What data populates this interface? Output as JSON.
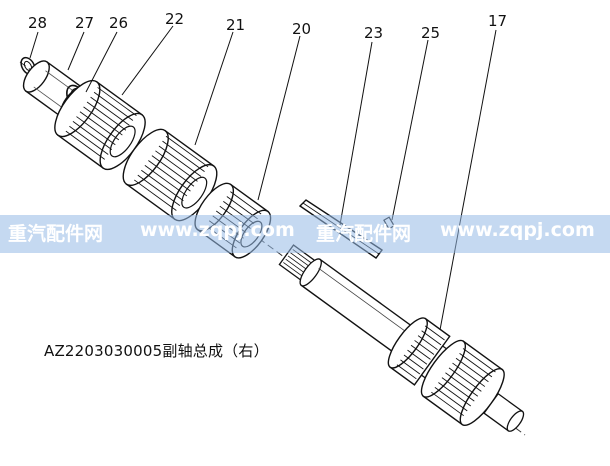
{
  "callouts": [
    "28",
    "27",
    "26",
    "22",
    "21",
    "20",
    "23",
    "25",
    "17"
  ],
  "caption": "AZ2203030005副轴总成（右）",
  "watermark": {
    "items": [
      "重汽配件网",
      "www.zqpj.com",
      "重汽配件网",
      "www.zqpj.com"
    ]
  },
  "colors": {
    "line": "#111111",
    "watermark_band": "#96b9e6"
  }
}
